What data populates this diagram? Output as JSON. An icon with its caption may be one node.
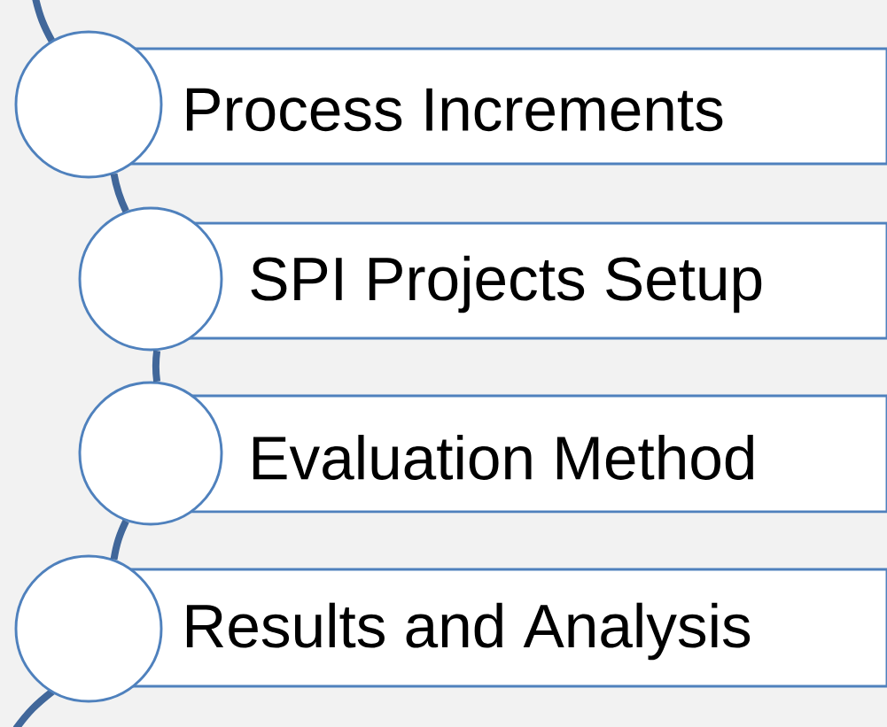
{
  "diagram": {
    "nodes": [
      {
        "text": [
          "Process Increments"
        ]
      },
      {
        "text": [
          "SPI Projects Setup"
        ]
      },
      {
        "text": [
          "Evaluation Method"
        ]
      },
      {
        "text": [
          "Results and Analysis"
        ]
      },
      {
        "text": [],
        "shape": "circle"
      },
      {
        "text": [],
        "shape": "circle"
      },
      {
        "text": [],
        "shape": "circle"
      },
      {
        "text": [],
        "shape": "circle"
      }
    ],
    "edges": [
      {
        "from": 4,
        "to": 5,
        "arrow": "none"
      },
      {
        "from": 5,
        "to": 6,
        "arrow": "none"
      },
      {
        "from": 6,
        "to": 7,
        "arrow": "none"
      }
    ]
  }
}
